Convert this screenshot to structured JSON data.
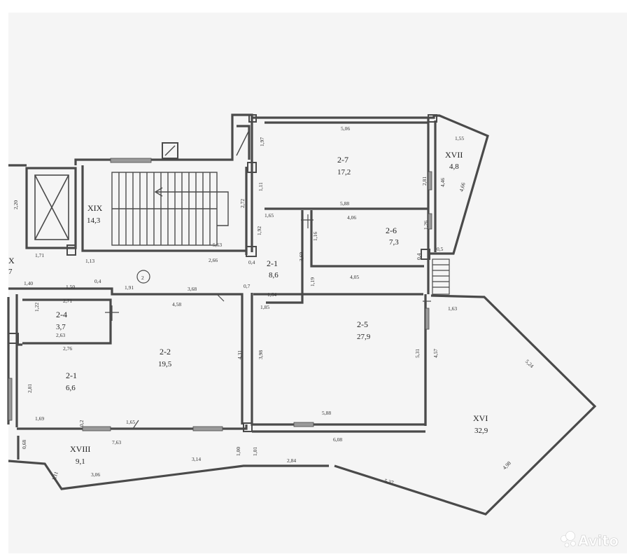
{
  "colors": {
    "paper": "#f5f5f5",
    "wall": "#4a4a4a",
    "ink": "#333333",
    "watermark": "#ffffff"
  },
  "rooms": {
    "r27": {
      "code": "2-7",
      "area": "17,2"
    },
    "r26": {
      "code": "2-6",
      "area": "7,3"
    },
    "r21a": {
      "code": "2-1",
      "area": "8,6"
    },
    "r25": {
      "code": "2-5",
      "area": "27,9"
    },
    "r22": {
      "code": "2-2",
      "area": "19,5"
    },
    "r24": {
      "code": "2-4",
      "area": "3,7"
    },
    "r21b": {
      "code": "2-1",
      "area": "6,6"
    },
    "xix": {
      "code": "XIX",
      "area": "14,3"
    },
    "xvii": {
      "code": "XVII",
      "area": "4,8"
    },
    "xvi": {
      "code": "XVI",
      "area": "32,9"
    },
    "xviii": {
      "code": "XVIII",
      "area": "9,1"
    }
  },
  "dims": {
    "d1": "5,06",
    "d2": "1,97",
    "d3": "1,55",
    "d4": "2,81",
    "d5": "4,46",
    "d6": "4,66",
    "d7": "5,88",
    "d8": "1,65",
    "d9": "4,06",
    "d10": "1,26",
    "d11": "1,11",
    "d12": "2,72",
    "d13": "2,20",
    "d14": "1,71",
    "d15": "1,13",
    "d16": "5,63",
    "d17": "2,66",
    "d18": "0,4",
    "d19": "3,69",
    "d20": "1,19",
    "d21": "4,05",
    "d22": "0,5",
    "d23": "1,40",
    "d24": "1,50",
    "d25": "0,4",
    "d26": "1,91",
    "d27": "3,68",
    "d28": "0,7",
    "d29": "1,64",
    "d30": "1,85",
    "d31": "2,71",
    "d32": "1,22",
    "d33": "2,63",
    "d34": "2,76",
    "d35": "4,58",
    "d36": "4,31",
    "d37": "3,98",
    "d38": "5,31",
    "d39": "4,57",
    "d40": "1,63",
    "d41": "5,24",
    "d42": "2,81",
    "d43": "1,69",
    "d44": "1,65",
    "d45": "7,63",
    "d46": "5,88",
    "d47": "6,08",
    "d48": "1,00",
    "d49": "1,01",
    "d50": "3,14",
    "d51": "2,84",
    "d52": "3,06",
    "d53": "5,37",
    "d54": "4,98",
    "d55": "1,11",
    "d56": "0,68",
    "d57": "0,4",
    "d58": "2",
    "d59": "1,92",
    "d60": "1,16",
    "d61": "0,2",
    "d62": "X",
    "d63": "7"
  },
  "watermark": {
    "text": "Avito",
    "icon": "avito-logo-icon"
  }
}
